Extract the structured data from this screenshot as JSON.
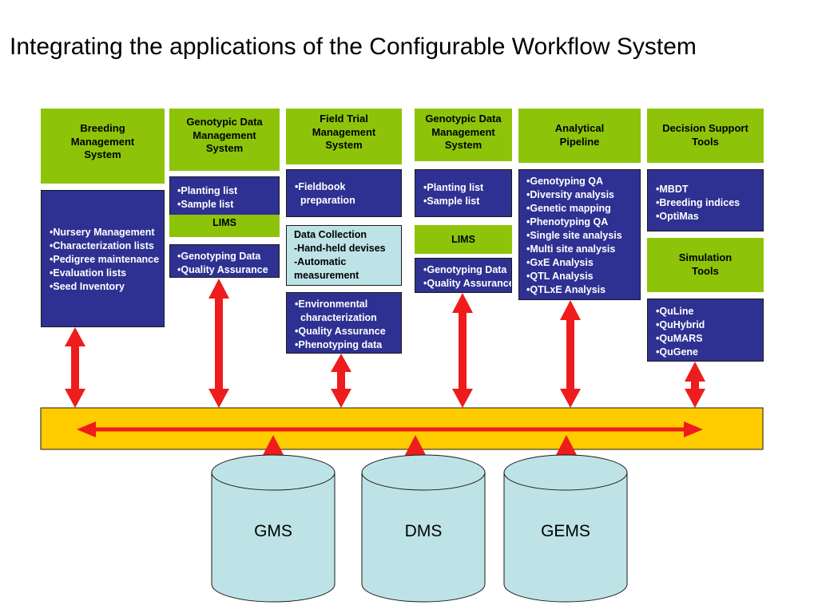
{
  "title": "Integrating the applications of the Configurable Workflow System",
  "headers": {
    "breeding": "Breeding Management System",
    "genotypic1": "Genotypic Data Management System",
    "field_trial": "Field Trial Management System",
    "genotypic2": "Genotypic Data Management System",
    "analytical": "Analytical Pipeline",
    "decision": "Decision Support Tools",
    "simulation": "Simulation Tools"
  },
  "lims1": "LIMS",
  "lims2": "LIMS",
  "breeding_items": [
    "•Nursery Management",
    "•Characterization lists",
    "•Pedigree maintenance",
    "•Evaluation lists",
    "•Seed Inventory"
  ],
  "genotypic1_top": [
    "•Planting list",
    "•Sample list"
  ],
  "genotypic1_bottom": [
    "•Genotyping Data",
    "•Quality Assurance"
  ],
  "field_top": [
    "•Fieldbook",
    "  preparation"
  ],
  "data_collection": {
    "title": "Data Collection",
    "item1": "-Hand-held devises",
    "item2a": "-Automatic",
    "item2b": "measurement"
  },
  "field_bottom": [
    "•Environmental",
    "  characterization",
    "•Quality Assurance",
    "•Phenotyping data"
  ],
  "genotypic2_top": [
    "•Planting list",
    "•Sample list"
  ],
  "genotypic2_bottom": [
    "•Genotyping Data",
    "•Quality Assurance"
  ],
  "analytical_items": [
    "•Genotyping QA",
    "•Diversity analysis",
    "•Genetic mapping",
    "•Phenotyping QA",
    "•Single site analysis",
    "•Multi site analysis",
    "•GxE Analysis",
    "•QTL Analysis",
    "•QTLxE Analysis"
  ],
  "decision_items": [
    "•MBDT",
    "•Breeding indices",
    "•OptiMas"
  ],
  "simulation_items": [
    "•QuLine",
    "•QuHybrid",
    "•QuMARS",
    "•QuGene"
  ],
  "databases": [
    "GMS",
    "DMS",
    "GEMS"
  ],
  "colors": {
    "green": "#8dc40a",
    "navy": "#2e3192",
    "cyan": "#bde3e6",
    "bus": "#ffcc00",
    "arrow": "#ee1c1c",
    "cylinder": "#bde3e6"
  }
}
